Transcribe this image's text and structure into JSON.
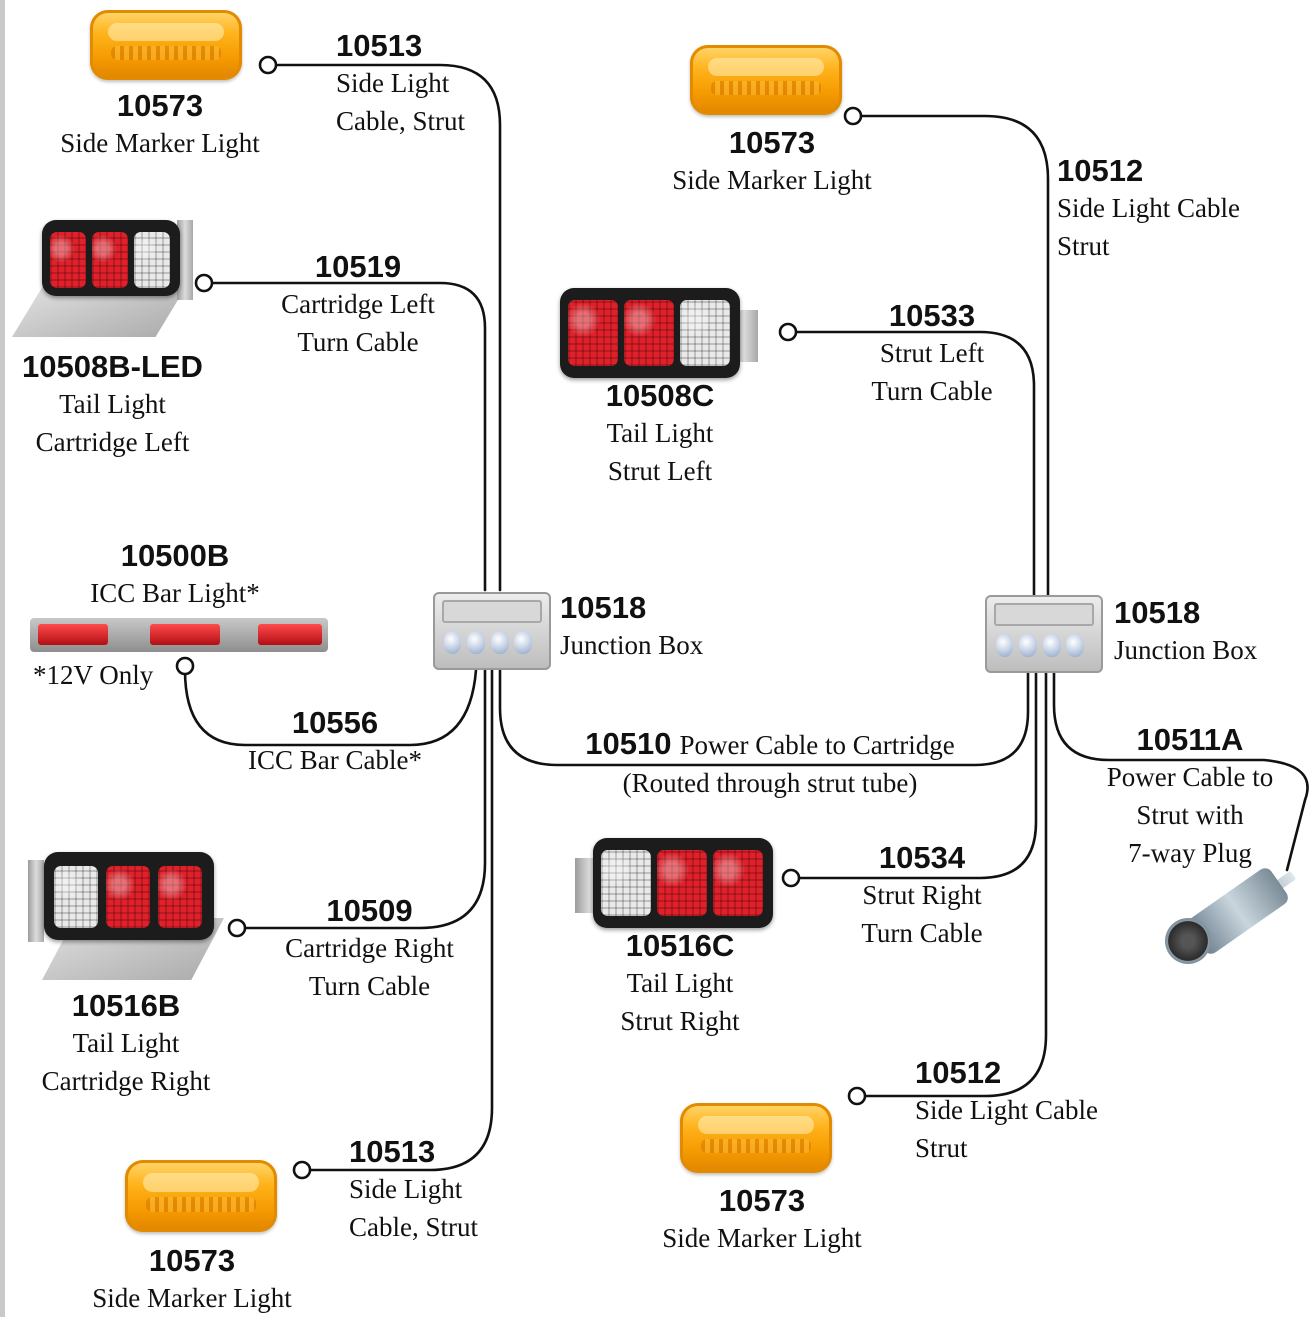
{
  "colors": {
    "wire": "#111111",
    "amber": "#f59a00",
    "red": "#e0202a"
  },
  "left": {
    "top_marker": {
      "part": "10573",
      "desc": "Side Marker Light"
    },
    "top_cable": {
      "part": "10513",
      "line1": "Side Light",
      "line2": "Cable, Strut"
    },
    "tail_left": {
      "part": "10508B-LED",
      "line1": "Tail Light",
      "line2": "Cartridge Left"
    },
    "tail_left_cable": {
      "part": "10519",
      "line1": "Cartridge Left",
      "line2": "Turn Cable"
    },
    "icc_bar": {
      "part": "10500B",
      "desc": "ICC Bar Light*",
      "note": "*12V Only"
    },
    "icc_cable": {
      "part": "10556",
      "desc": "ICC Bar Cable*"
    },
    "junction": {
      "part": "10518",
      "desc": "Junction Box"
    },
    "tail_right": {
      "part": "10516B",
      "line1": "Tail Light",
      "line2": "Cartridge Right"
    },
    "tail_right_cable": {
      "part": "10509",
      "line1": "Cartridge Right",
      "line2": "Turn Cable"
    },
    "bottom_cable": {
      "part": "10513",
      "line1": "Side Light",
      "line2": "Cable, Strut"
    },
    "bottom_marker": {
      "part": "10573",
      "desc": "Side Marker Light"
    }
  },
  "center": {
    "power_cable": {
      "part": "10510",
      "line1": "Power Cable to Cartridge",
      "line2": "(Routed through strut tube)"
    }
  },
  "right": {
    "top_marker": {
      "part": "10573",
      "desc": "Side Marker Light"
    },
    "top_cable": {
      "part": "10512",
      "line1": "Side Light Cable",
      "line2": "Strut"
    },
    "tail_left": {
      "part": "10508C",
      "line1": "Tail Light",
      "line2": "Strut Left"
    },
    "tail_left_cable": {
      "part": "10533",
      "line1": "Strut Left",
      "line2": "Turn Cable"
    },
    "junction": {
      "part": "10518",
      "desc": "Junction Box"
    },
    "power_plug": {
      "part": "10511A",
      "line1": "Power Cable to",
      "line2": "Strut with",
      "line3": "7-way Plug"
    },
    "tail_right": {
      "part": "10516C",
      "line1": "Tail Light",
      "line2": "Strut Right"
    },
    "tail_right_cable": {
      "part": "10534",
      "line1": "Strut Right",
      "line2": "Turn Cable"
    },
    "bottom_cable": {
      "part": "10512",
      "line1": "Side Light Cable",
      "line2": "Strut"
    },
    "bottom_marker": {
      "part": "10573",
      "desc": "Side Marker Light"
    }
  }
}
